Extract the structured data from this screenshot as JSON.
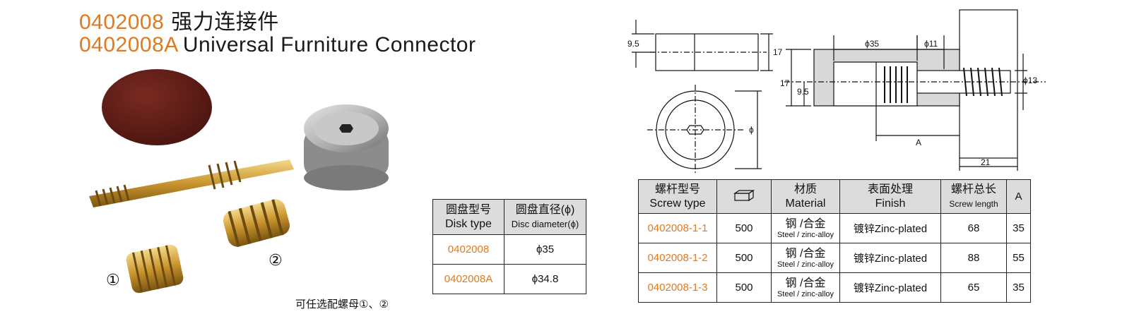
{
  "header": {
    "code_1": "0402008",
    "name_1": "强力连接件",
    "code_2": "0402008A",
    "name_2": "Universal Furniture Connector"
  },
  "photo": {
    "label_1": "①",
    "label_2": "②",
    "note": "可任选配螺母①、②"
  },
  "disk_table": {
    "header_cn_1": "圆盘型号",
    "header_en_1": "Disk type",
    "header_cn_2": "圆盘直径(ϕ)",
    "header_en_2": "Disc diameter(ϕ)",
    "rows": [
      {
        "type": "0402008",
        "diameter": "ϕ35"
      },
      {
        "type": "0402008A",
        "diameter": "ϕ34.8"
      }
    ]
  },
  "screw_table": {
    "header_screw_cn": "螺杆型号",
    "header_screw_en": "Screw type",
    "header_material_cn": "材质",
    "header_material_en": "Material",
    "header_finish_cn": "表面处理",
    "header_finish_en": "Finish",
    "header_length_cn": "螺杆总长",
    "header_length_en": "Screw length",
    "header_a": "A",
    "rows": [
      {
        "type": "0402008-1-1",
        "qty": "500",
        "material_cn": "钢 /合金",
        "material_en": "Steel / zinc-alloy",
        "finish": "镀锌Zinc-plated",
        "length": "68",
        "a": "35"
      },
      {
        "type": "0402008-1-2",
        "qty": "500",
        "material_cn": "钢 /合金",
        "material_en": "Steel / zinc-alloy",
        "finish": "镀锌Zinc-plated",
        "length": "88",
        "a": "55"
      },
      {
        "type": "0402008-1-3",
        "qty": "500",
        "material_cn": "钢 /合金",
        "material_en": "Steel / zinc-alloy",
        "finish": "镀锌Zinc-plated",
        "length": "65",
        "a": "35"
      }
    ]
  },
  "drawing": {
    "dim_9_5_top": "9.5",
    "dim_17_top": "17",
    "dim_phi": "ϕ",
    "dim_phi35": "ϕ35",
    "dim_phi11": "ϕ11",
    "dim_phi13": "ϕ13",
    "dim_17_side": "17",
    "dim_9_5_side": "9.5",
    "dim_a": "A",
    "dim_21": "21"
  },
  "colors": {
    "accent": "#e07a1f",
    "header_bg": "#dcdcdc"
  }
}
